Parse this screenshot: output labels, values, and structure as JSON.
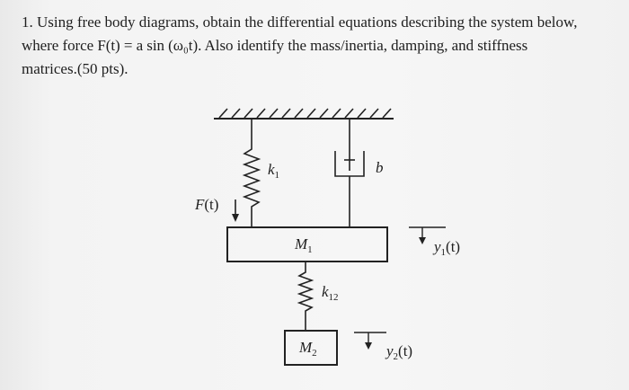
{
  "question": {
    "line1": "1. Using free body diagrams, obtain the differential equations describing the system below,",
    "line2": "where force F(t) = a sin (ω₀t). Also identify the mass/inertia, damping, and stiffness",
    "line3": "matrices.(50 pts)."
  },
  "diagram": {
    "spring_k1": {
      "symbol": "k",
      "subscript": "1"
    },
    "damper_b": {
      "symbol": "b"
    },
    "force": {
      "symbol": "F",
      "arg": "(t)"
    },
    "mass1": {
      "symbol": "M",
      "subscript": "1"
    },
    "spring_k12": {
      "symbol": "k",
      "subscript": "12"
    },
    "mass2": {
      "symbol": "M",
      "subscript": "2"
    },
    "disp1": {
      "symbol": "y",
      "subscript": "1",
      "arg": "(t)"
    },
    "disp2": {
      "symbol": "y",
      "subscript": "2",
      "arg": "(t)"
    }
  }
}
